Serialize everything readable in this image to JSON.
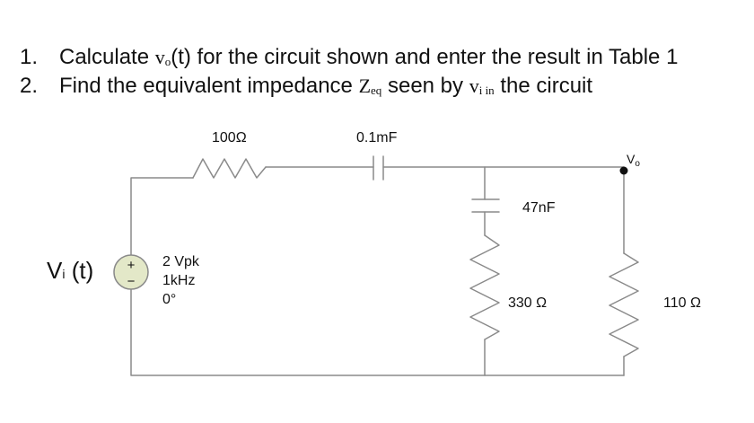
{
  "questions": [
    {
      "number": "1.",
      "before": "Calculate ",
      "symbol": "v",
      "subscript": "o",
      "after": "(t) for the circuit shown and enter the result in Table 1"
    },
    {
      "number": "2.",
      "before": "Find the equivalent impedance ",
      "symbol": "Z",
      "subscript": "eq",
      "middle": " seen by ",
      "symbol2": "v",
      "subscript2": "i in",
      "after": " the circuit"
    }
  ],
  "circuit": {
    "source_label": "V",
    "source_label_sub": "i",
    "source_label_tail": " (t)",
    "source_plus": "+",
    "source_minus": "−",
    "source_amplitude": "2 Vpk",
    "source_frequency": "1kHz",
    "source_phase": "0°",
    "r_series": "100Ω",
    "c_series": "0.1mF",
    "c_shunt": "47nF",
    "r_shunt": "330 Ω",
    "r_load": "110 Ω",
    "output_label": "V",
    "output_label_sub": "o"
  },
  "colors": {
    "wire": "#8a8a8a",
    "source_fill": "#e3e8c8",
    "node": "#111111"
  }
}
